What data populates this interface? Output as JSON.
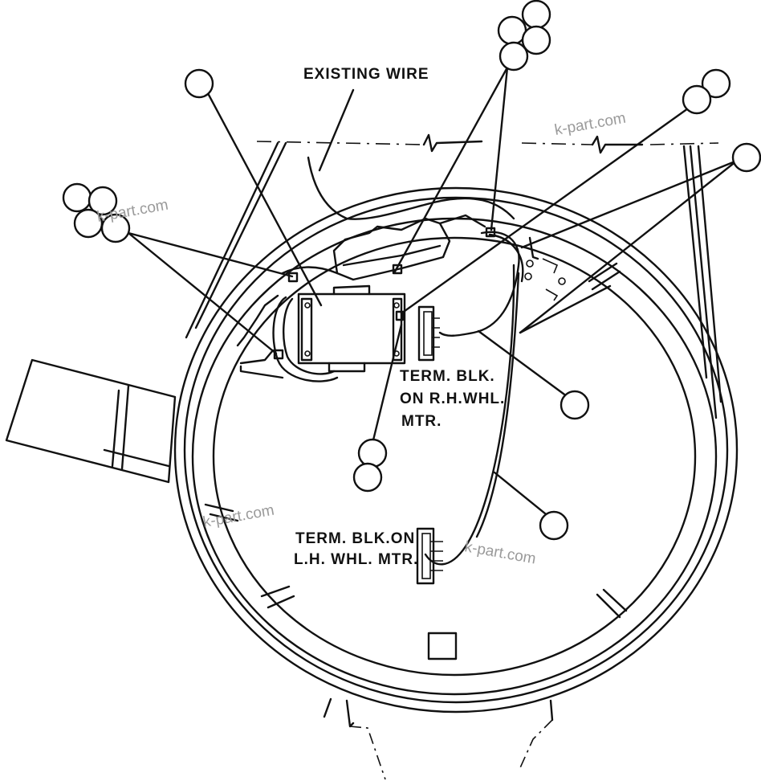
{
  "labels": {
    "existing_wire": "EXISTING WIRE",
    "term_blk_rh_line1": "TERM. BLK.",
    "term_blk_rh_line2": "ON R.H.WHL.",
    "term_blk_rh_line3": "MTR.",
    "term_blk_lh_line1": "TERM. BLK.ON",
    "term_blk_lh_line2": "L.H. WHL. MTR."
  },
  "watermark": {
    "text": "k-part.com",
    "color": "#9a9a9a"
  }
}
